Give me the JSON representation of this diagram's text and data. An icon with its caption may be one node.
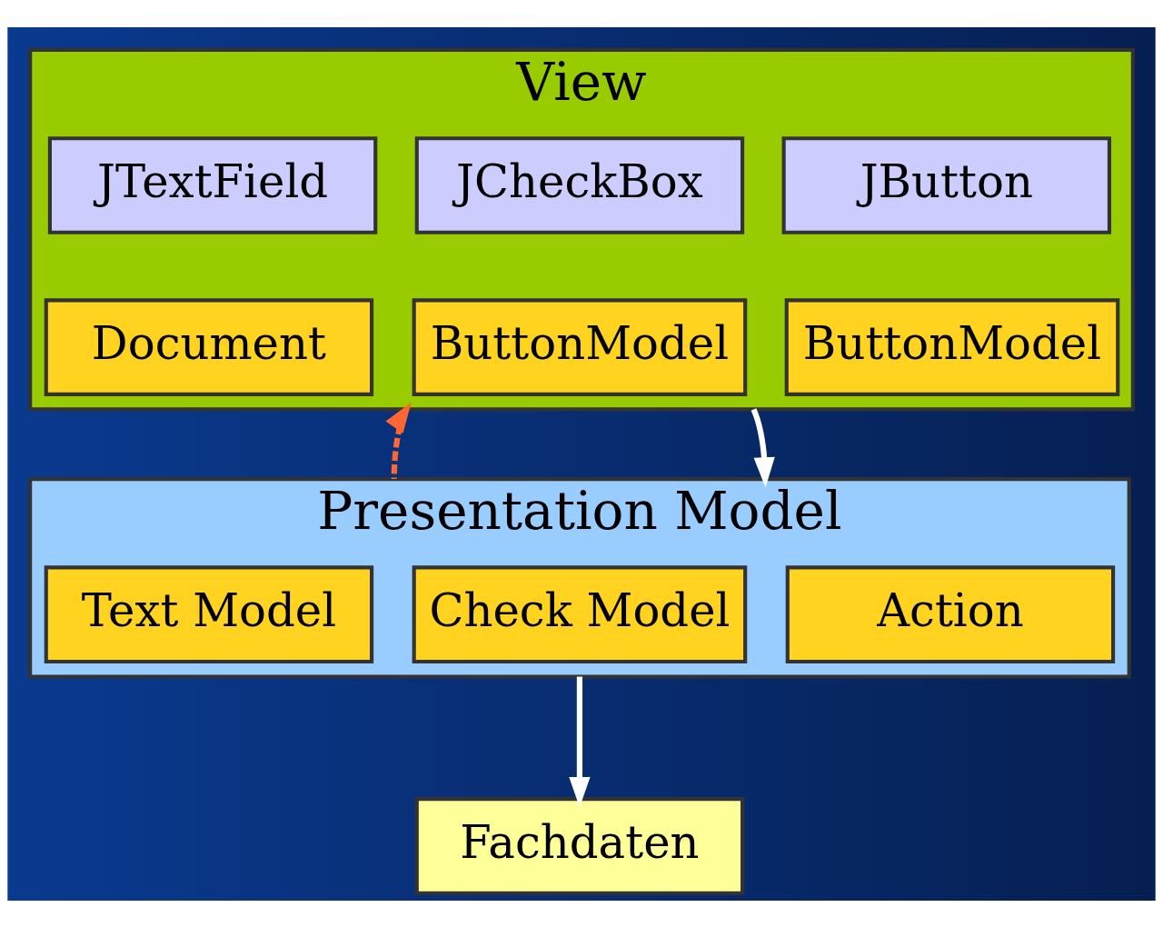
{
  "diagram": {
    "nodes": [
      {
        "text": [
          "View"
        ]
      },
      {
        "text": [
          "JTextField"
        ],
        "in": 0
      },
      {
        "text": [
          "JCheckBox"
        ],
        "in": 0
      },
      {
        "text": [
          "JButton"
        ],
        "in": 0
      },
      {
        "text": [
          "Document"
        ],
        "in": 0
      },
      {
        "text": [
          "ButtonModel"
        ],
        "in": 0
      },
      {
        "text": [
          "ButtonModel"
        ],
        "in": 0
      },
      {
        "text": [
          "Presentation Model"
        ]
      },
      {
        "text": [
          "Text Model"
        ],
        "in": 7
      },
      {
        "text": [
          "Check Model"
        ],
        "in": 7
      },
      {
        "text": [
          "Action"
        ],
        "in": 7
      },
      {
        "text": [
          "Fachdaten"
        ]
      }
    ],
    "edges": [
      {
        "from": 7,
        "to": 0,
        "arrow": "to",
        "style": "dashed",
        "color": "#ff6633"
      },
      {
        "from": 0,
        "to": 7,
        "arrow": "to"
      },
      {
        "from": 7,
        "to": 11,
        "arrow": "to"
      }
    ]
  }
}
